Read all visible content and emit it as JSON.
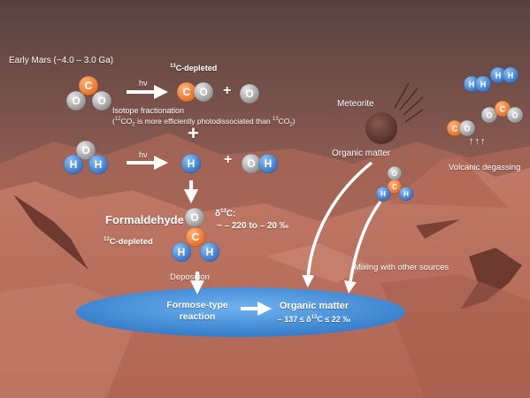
{
  "header": {
    "era_label": "Early Mars (~4.0 – 3.0 Ga)"
  },
  "photolysis": {
    "hv_label": "hν",
    "depleted_prefix_sup": "13",
    "depleted_label": "C-depleted",
    "plus": "+",
    "fractionation_title": "Isotope fractionation",
    "fractionation_note_1": "(",
    "fractionation_note_sup1": "12",
    "fractionation_note_2": "CO",
    "fractionation_note_sub1": "2",
    "fractionation_note_3": " is more efficiently photodissociated than ",
    "fractionation_note_sup2": "13",
    "fractionation_note_4": "CO",
    "fractionation_note_sub2": "2",
    "fractionation_note_5": ")",
    "big_plus": "+"
  },
  "atoms": {
    "carbon": "C",
    "oxygen": "O",
    "hydrogen": "H"
  },
  "formaldehyde": {
    "title": "Formaldehyde",
    "depleted_sup": "13",
    "depleted_label": "C-depleted",
    "delta_symbol": "δ",
    "delta_sup": "13",
    "delta_suffix": "C:",
    "delta_range": "~ – 220 to – 20 ‰"
  },
  "meteorite": {
    "title": "Meteorite",
    "organic": "Organic matter"
  },
  "volcanic": {
    "label": "Volcanic degassing",
    "arrows": "↑↑↑"
  },
  "deposition": {
    "label": "Deposition"
  },
  "mixing": {
    "label": "Mixing with other sources"
  },
  "lake": {
    "reaction_line1": "Formose-type",
    "reaction_line2": "reaction",
    "result_title": "Organic matter",
    "result_range_1": "– 137 ≤ δ",
    "result_range_sup": "13",
    "result_range_2": "C ≤ 22 ‰"
  },
  "colors": {
    "sky_top": "#5e4744",
    "sky_bottom": "#c98672",
    "terrain": "#b86d5c",
    "terrain_dark": "#7c3e32",
    "carbon": "#ea7a32",
    "oxygen": "#a5a5a5",
    "hydrogen": "#3f7fcf",
    "lake": "#3f8ad8"
  }
}
